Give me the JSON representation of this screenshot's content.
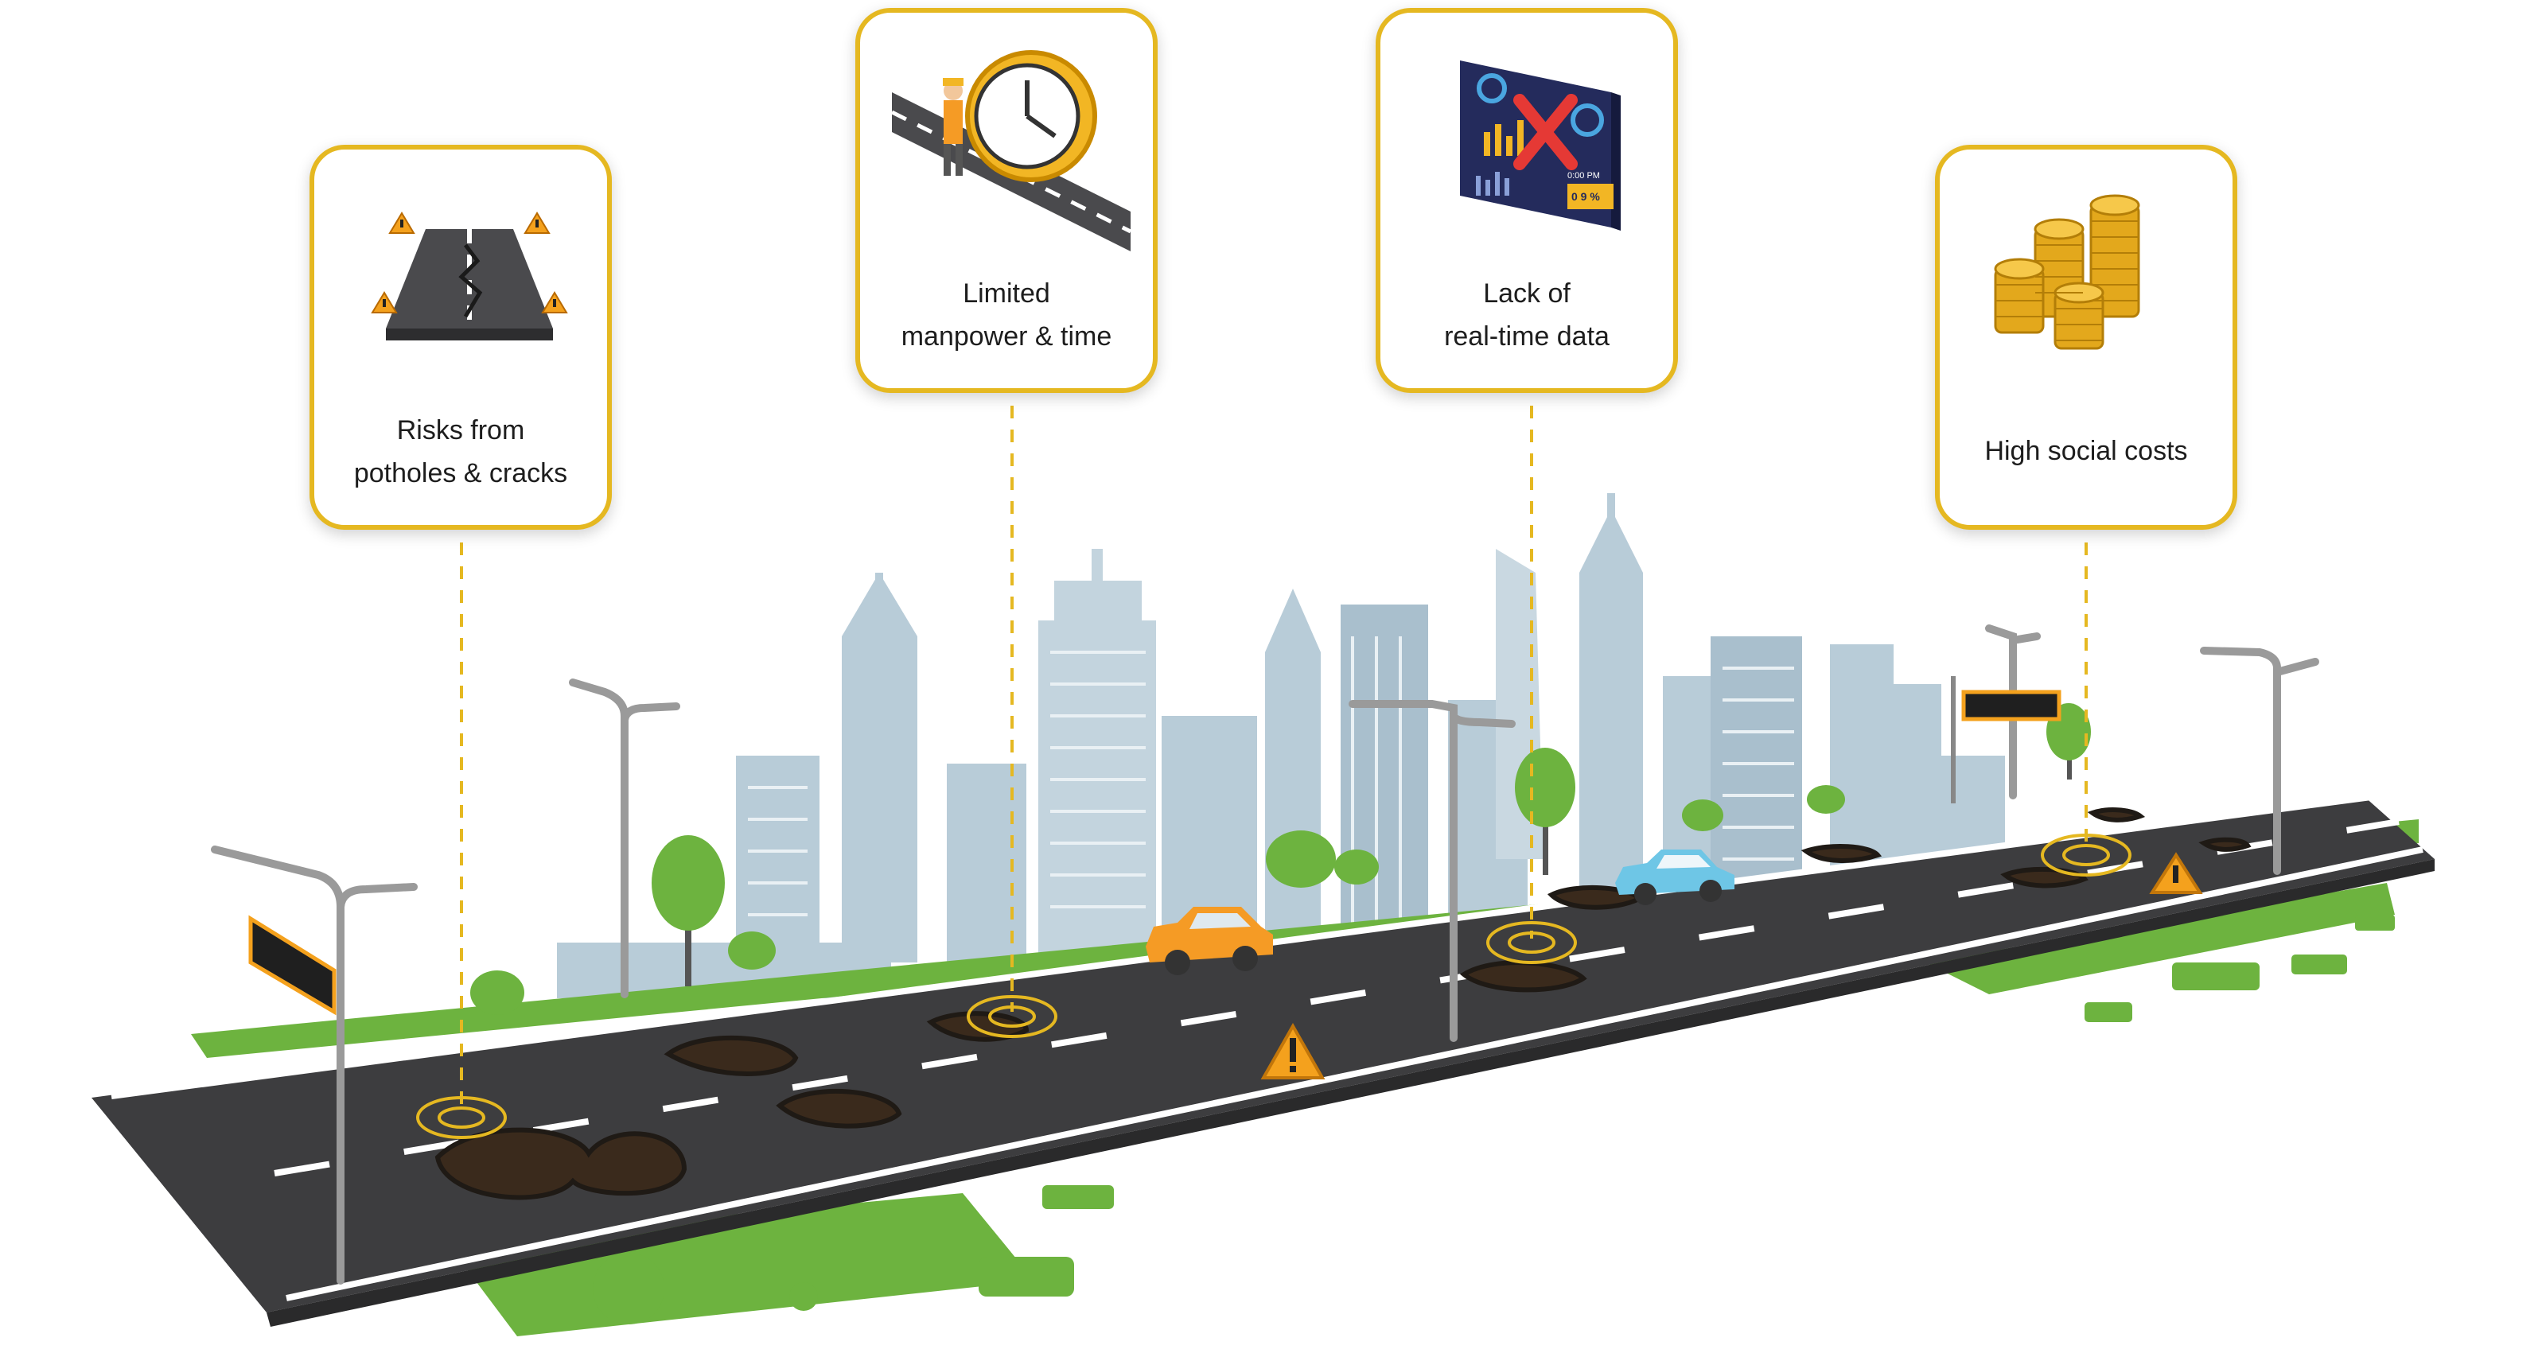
{
  "cards": [
    {
      "id": "risks",
      "lines": [
        "Risks from",
        "potholes & cracks"
      ],
      "icon": "cracked-road-warning-icon"
    },
    {
      "id": "manpower",
      "lines": [
        "Limited",
        "manpower & time"
      ],
      "icon": "worker-clock-icon"
    },
    {
      "id": "data",
      "lines": [
        "Lack of",
        "real-time data"
      ],
      "icon": "dashboard-error-icon"
    },
    {
      "id": "costs",
      "lines": [
        "High social costs"
      ],
      "icon": "coin-stacks-icon"
    }
  ],
  "dashboard_readout": {
    "time": "0:00 PM",
    "value": "0 9 %"
  },
  "colors": {
    "accent": "#e5b821",
    "road": "#3d3d3f",
    "grass": "#6db33f",
    "buildings": "#b4c8d4",
    "orange_car": "#f59b25",
    "blue_car": "#6ec6e6",
    "warning": "#f4a11d"
  }
}
